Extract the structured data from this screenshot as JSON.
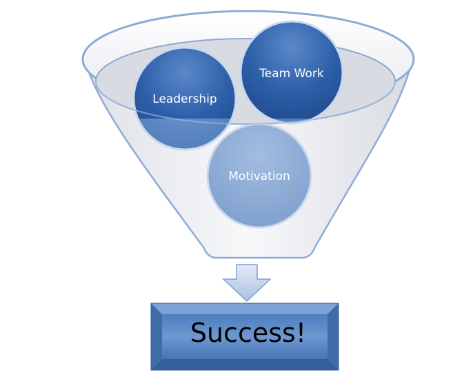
{
  "diagram": {
    "items": [
      {
        "label": "Leadership"
      },
      {
        "label": "Team Work"
      },
      {
        "label": "Motivation"
      }
    ],
    "result_label": "Success!",
    "colors": {
      "ball_dark": "#2a5aa3",
      "ball_light": "#6c93c9",
      "funnel_stroke": "#8cabd6",
      "box_fill": "#4f80bf",
      "box_edge": "#2c5a95",
      "arrow_fill": "#c5d5ec"
    }
  }
}
